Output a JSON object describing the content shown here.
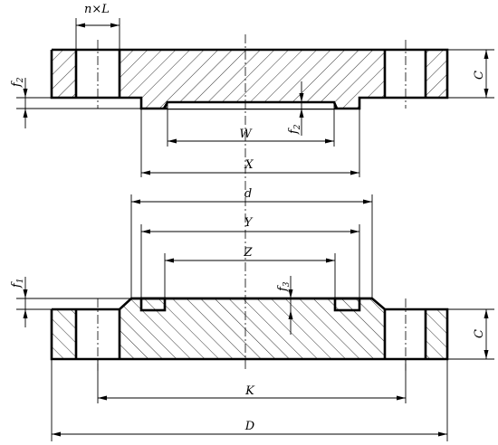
{
  "labels": {
    "n": "n",
    "times": "×",
    "L": "L",
    "C_top": "C",
    "C_bottom": "C",
    "f": "f",
    "f2_top_sub": "2",
    "f2_inner_sub": "2",
    "f1_sub": "1",
    "f3_sub": "3",
    "W": "W",
    "X": "X",
    "d": "d",
    "Y": "Y",
    "Z": "Z",
    "K": "K",
    "D": "D"
  }
}
